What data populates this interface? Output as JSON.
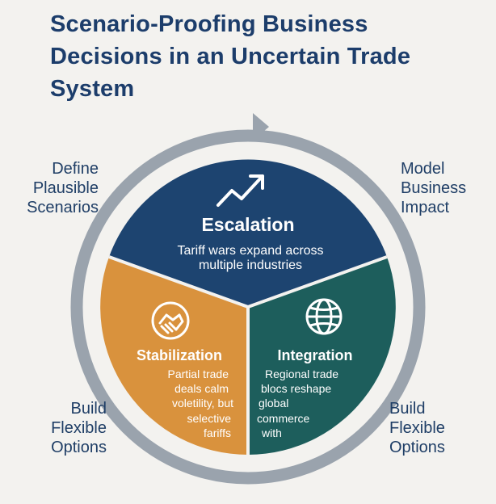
{
  "title_lines": [
    "Scenario-Proofing Business",
    "Decisions in an Uncertain Trade",
    "System"
  ],
  "steps": {
    "top_left": [
      "Define",
      "Plausible",
      "Scenarios"
    ],
    "top_right": [
      "Model",
      "Business",
      "Impact"
    ],
    "bottom_left": [
      "Build",
      "Flexible",
      "Options"
    ],
    "bottom_right": [
      "Build",
      "Flexible",
      "Options"
    ]
  },
  "segments": {
    "escalation": {
      "title": "Escalation",
      "desc": [
        "Tariff wars expand across",
        "multiple industries"
      ],
      "icon": "trend-up-arrow-icon",
      "color": "#1d4470"
    },
    "stabilization": {
      "title": "Stabilization",
      "desc": [
        "Partial trade",
        "deals calm",
        "voletility, but",
        "selective",
        "fariffs"
      ],
      "icon": "handshake-icon",
      "color": "#d9923d"
    },
    "integration": {
      "title": "Integration",
      "desc": [
        "Regional trade",
        "blocs reshape",
        "global",
        "commerce",
        "with"
      ],
      "icon": "globe-icon",
      "color": "#1d5e5c"
    }
  },
  "colors": {
    "title": "#1c3d6b",
    "ring": "#9aa3ad",
    "background": "#f3f2ef"
  }
}
